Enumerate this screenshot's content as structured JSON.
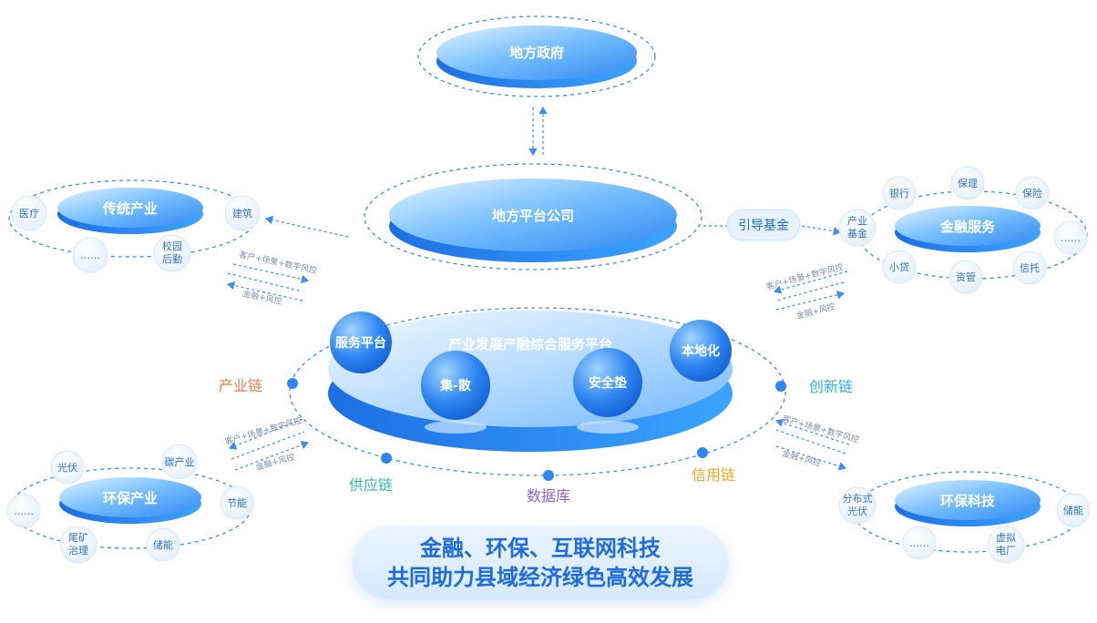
{
  "top": {
    "government": "地方政府"
  },
  "platform_company": "地方平台公司",
  "guide_fund": "引导基金",
  "central_platform": {
    "title": "产业发展产融综合服务平台",
    "circles": [
      "服务平台",
      "集-散",
      "安全垫",
      "本地化"
    ]
  },
  "chains": {
    "industry": "产业链",
    "innovation": "创新链",
    "supply": "供应链",
    "database": "数据库",
    "credit": "信用链"
  },
  "traditional": {
    "title": "传统产业",
    "items": [
      "医疗",
      "建筑",
      "……",
      "校园后勤"
    ]
  },
  "finance": {
    "title": "金融服务",
    "items": [
      "银行",
      "保理",
      "保险",
      "产业基金",
      "……",
      "小贷",
      "资管",
      "信托"
    ]
  },
  "eco_industry": {
    "title": "环保产业",
    "items": [
      "光伏",
      "碳产业",
      "……",
      "节能",
      "尾矿治理",
      "储能"
    ]
  },
  "eco_tech": {
    "title": "环保科技",
    "items": [
      "分布式光伏",
      "储能",
      "……",
      "虚拟电厂"
    ]
  },
  "flow_notes": {
    "upper": "客户+场景+数字风控",
    "lower": "金融+风控"
  },
  "banner": {
    "line1": "金融、环保、互联网科技",
    "line2": "共同助力县域经济绿色高效发展"
  },
  "colors": {
    "primary": "#2f86f0",
    "industry": "#f07a4c",
    "innovation": "#29b3e8",
    "supply": "#2bbf9b",
    "database": "#8a63d2",
    "credit": "#f0a51c"
  }
}
